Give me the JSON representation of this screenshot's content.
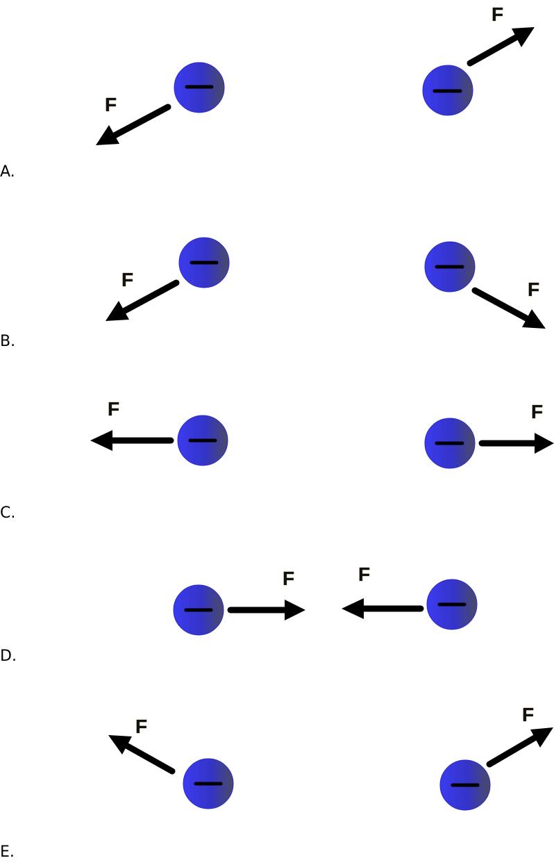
{
  "options": [
    {
      "letter": "A.",
      "charges": [
        {
          "name": "left",
          "sign": "−",
          "force_label": "F",
          "force_direction": "down-left"
        },
        {
          "name": "right",
          "sign": "−",
          "force_label": "F",
          "force_direction": "up-right"
        }
      ]
    },
    {
      "letter": "B.",
      "charges": [
        {
          "name": "left",
          "sign": "−",
          "force_label": "F",
          "force_direction": "down-left"
        },
        {
          "name": "right",
          "sign": "−",
          "force_label": "F",
          "force_direction": "down-right"
        }
      ]
    },
    {
      "letter": "C.",
      "charges": [
        {
          "name": "left",
          "sign": "−",
          "force_label": "F",
          "force_direction": "left"
        },
        {
          "name": "right",
          "sign": "−",
          "force_label": "F",
          "force_direction": "right"
        }
      ]
    },
    {
      "letter": "D.",
      "charges": [
        {
          "name": "left",
          "sign": "−",
          "force_label": "F",
          "force_direction": "right"
        },
        {
          "name": "right",
          "sign": "−",
          "force_label": "F",
          "force_direction": "left"
        }
      ]
    },
    {
      "letter": "E.",
      "charges": [
        {
          "name": "left",
          "sign": "−",
          "force_label": "F",
          "force_direction": "up-left"
        },
        {
          "name": "right",
          "sign": "−",
          "force_label": "F",
          "force_direction": "up-right"
        }
      ]
    }
  ],
  "colors": {
    "charge_light": "#3b3bf0",
    "charge_dark": "#4a4a66",
    "arrow": "#000000",
    "label_text": "#000000"
  }
}
